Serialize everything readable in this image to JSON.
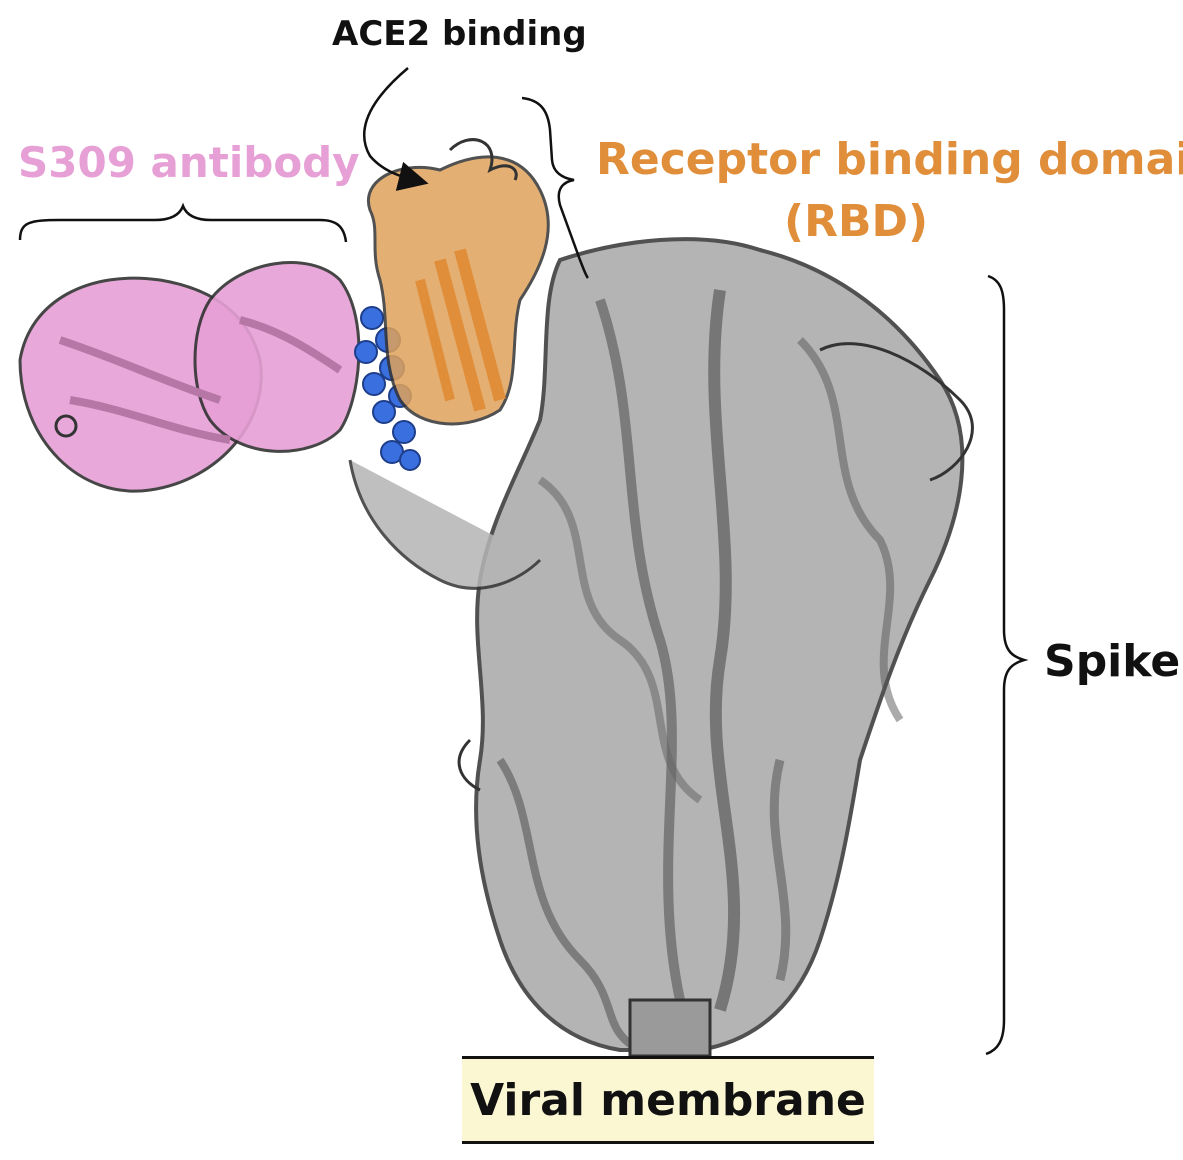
{
  "labels": {
    "ace2": "ACE2 binding",
    "antibody": "S309 antibody",
    "rbd_line1": "Receptor binding domain",
    "rbd_line2": "(RBD)",
    "spike": "Spike",
    "membrane": "Viral membrane"
  },
  "colors": {
    "antibody": "#e6a0d6",
    "rbd": "#e08e3a",
    "epitope": "#3a6fe0",
    "spike": "#8c8c8c",
    "membrane_fill": "#fbf7d2",
    "text": "#111111"
  },
  "icons": {
    "pointer": "curved-arrow",
    "brackets": "curly-braces"
  }
}
